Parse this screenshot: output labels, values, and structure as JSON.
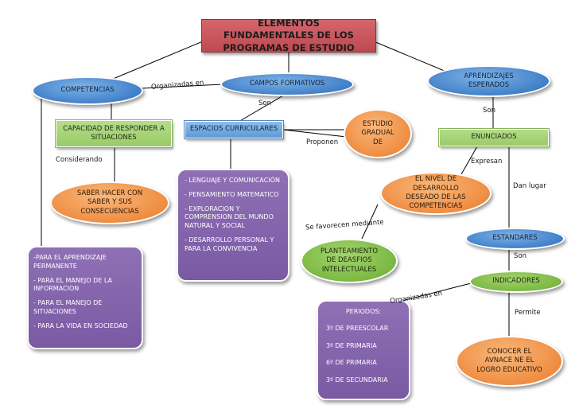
{
  "title": "ELEMENTOS FUNDAMENTALES DE LOS PROGRAMAS DE ESTUDIO",
  "nodes": {
    "competencias": "COMPETENCIAS",
    "campos_formativos": "CAMPOS FORMATIVOS",
    "aprendizajes_esperados": "APRENDIZAJES ESPERADOS",
    "capacidad": "CAPACIDAD DE RESPONDER A SITUACIONES",
    "espacios_curriculares": "ESPACIOS CURRICULARES",
    "estudio_gradual": "ESTUDIO GRADUAL DE",
    "enunciados": "ENUNCIADOS",
    "saber_hacer": "SABER HACER CON SABER Y SUS CONSECUENCIAS",
    "nivel_desarrollo": "EL NIVEL DE DESARROLLO DESEADO DE LAS COMPETENCIAS",
    "estandares": "ESTANDARES",
    "planteamiento": "PLANTEAMIENTO DE DEASFIOS INTELECTUALES",
    "indicadores": "INDICADORES",
    "conocer": "CONOCER EL AVNACE NE EL LOGRO EDUCATIVO"
  },
  "lists": {
    "campos": [
      "- LENGUAJE Y COMUNICACIÓN",
      "- PENSAMIENTO MATEMATICO",
      "- EXPLORACION Y COMPRENSION DEL MUNDO NATURAL Y SOCIAL",
      "- DESARROLLO PERSONAL Y PARA LA CONVIVENCIA"
    ],
    "para": [
      "-PARA EL APRENDIZAJE PERMANENTE",
      "- PARA EL MANEJO DE LA INFORMACION",
      "- PARA EL MANEJO DE SITUACIONES",
      "- PARA LA VIDA EN SOCIEDAD"
    ],
    "periodos_title": "PERIODOS:",
    "periodos": [
      "3º DE PREESCOLAR",
      "3º DE PRIMARIA",
      "6º DE PRIMARIA",
      "3º DE SECUNDARIA"
    ]
  },
  "links": {
    "organizadas_en_1": "Organizadas en",
    "son_1": "Son",
    "son_2": "Son",
    "considerando": "Considerando",
    "proponen": "Proponen",
    "expresan": "Expresan",
    "dan_lugar": "Dan lugar",
    "se_favorecen_mediante": "Se favorecen mediante",
    "son_3": "Son",
    "organizadas_en_2": "Organizadas en",
    "permite": "Permite"
  }
}
